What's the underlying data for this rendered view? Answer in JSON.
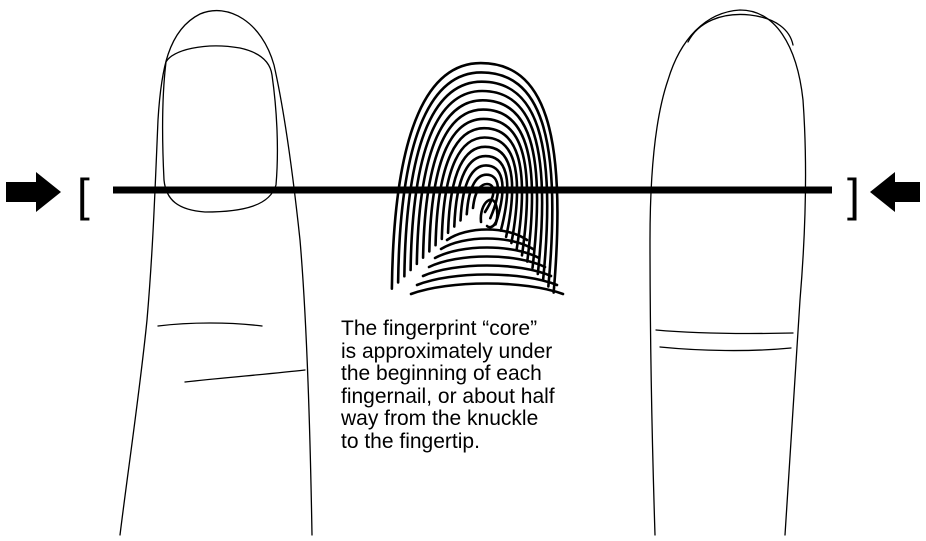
{
  "caption": {
    "lines": [
      "The fingerprint “core”",
      "is approximately under",
      "the beginning of each",
      "fingernail, or about half",
      "way from the knuckle",
      "to the fingertip."
    ]
  },
  "markers": {
    "left_bracket": "[",
    "right_bracket": "]"
  },
  "colors": {
    "stroke": "#000000",
    "background": "#ffffff"
  }
}
